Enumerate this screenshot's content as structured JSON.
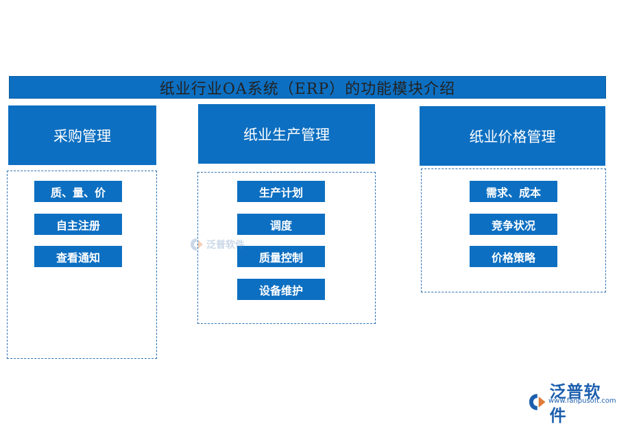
{
  "title": "纸业行业OA系统（ERP）的功能模块介绍",
  "modules": [
    {
      "header": "采购管理",
      "items": [
        "质、量、价",
        "自主注册",
        "查看通知"
      ]
    },
    {
      "header": "纸业生产管理",
      "items": [
        "生产计划",
        "调度",
        "质量控制",
        "设备维护"
      ]
    },
    {
      "header": "纸业价格管理",
      "items": [
        "需求、成本",
        "竞争状况",
        "价格策略"
      ]
    }
  ],
  "watermark": {
    "text": "泛普软件"
  },
  "logo": {
    "name": "泛普软件",
    "url": "www.fanpusoft.com"
  },
  "colors": {
    "primary": "#0d6fc1",
    "dashed_border": "#2a6fb0",
    "logo": "#1d5fae"
  }
}
